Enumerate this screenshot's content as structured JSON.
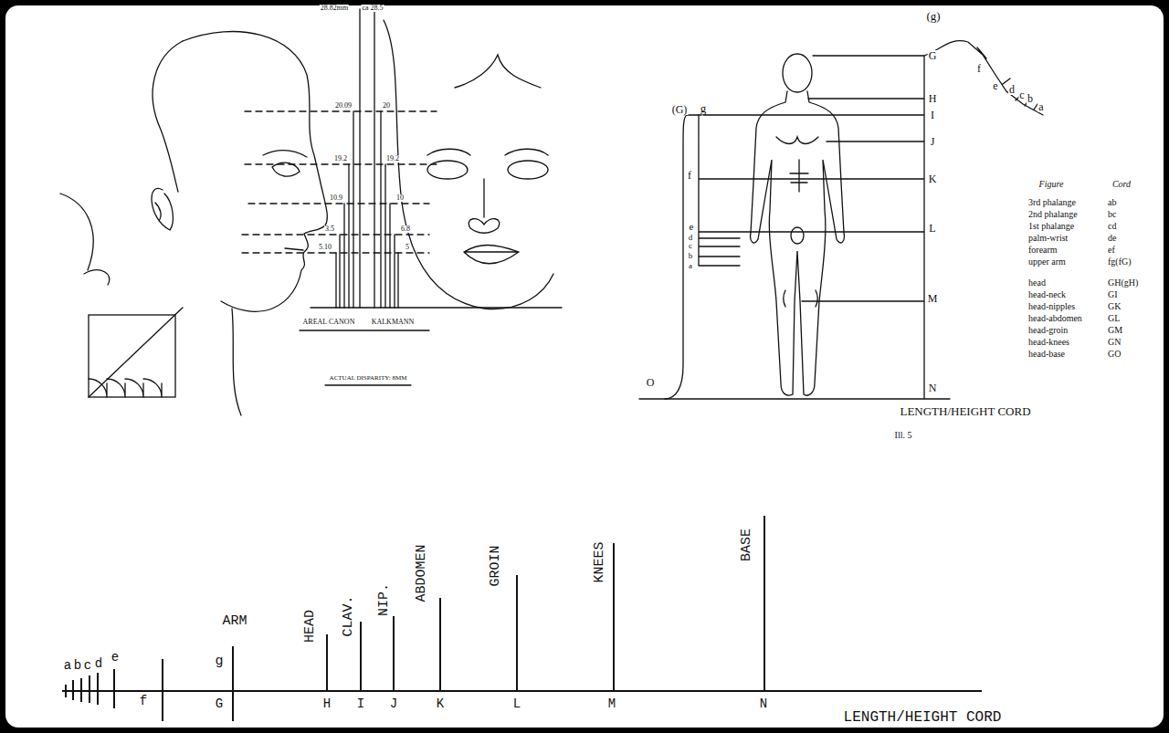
{
  "diagram": {
    "labels": [
      "28.82mm",
      "ca 28.5",
      "20.09",
      "20",
      "19.2",
      "19.2",
      "10.9",
      "10",
      "3.5",
      "6.8",
      "5.10",
      "5",
      "AREAL CANON",
      "KALKMANN",
      "ACTUAL DISPARITY: 8MM",
      "(g)",
      "G",
      "f",
      "e",
      "d",
      "c",
      "b",
      "a",
      "H",
      "(G)",
      "g",
      "I",
      "J",
      "K",
      "f",
      "e",
      "d",
      "c",
      "b",
      "a",
      "L",
      "M",
      "N",
      "O",
      "LENGTH/HEIGHT CORD",
      "Ill. 5",
      "Figure",
      "Cord",
      "3rd phalange",
      "ab",
      "2nd phalange",
      "bc",
      "1st phalange",
      "cd",
      "palm-wrist",
      "de",
      "forearm",
      "ef",
      "upper arm",
      "fg(fG)",
      "head",
      "GH(gH)",
      "head-neck",
      "GI",
      "head-nipples",
      "GK",
      "head-abdomen",
      "GL",
      "head-groin",
      "GM",
      "head-knees",
      "GN",
      "head-base",
      "GO",
      "a",
      "b",
      "c",
      "d",
      "e",
      "f",
      "g",
      "G",
      "ARM",
      "HEAD",
      "CLAV.",
      "NIP.",
      "ABDOMEN",
      "GROIN",
      "KNEES",
      "BASE",
      "H",
      "I",
      "J",
      "K",
      "L",
      "M",
      "N",
      "LENGTH/HEIGHT CORD"
    ]
  }
}
